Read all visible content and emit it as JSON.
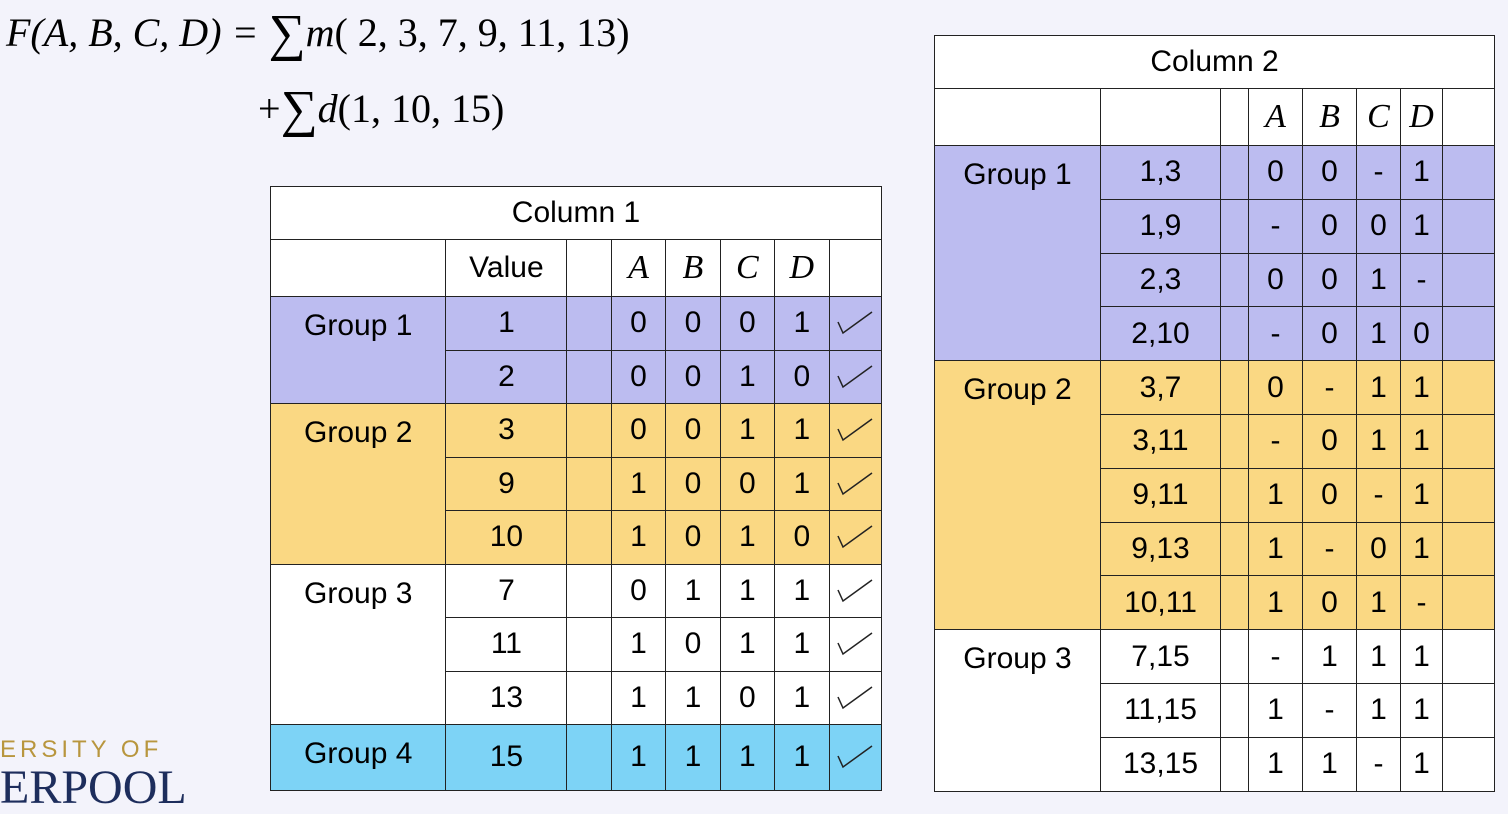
{
  "formula": {
    "line1_prefix": "F(A, B, C, D) = ",
    "sigma": "∑",
    "m_label": "m",
    "minterms": "( 2, 3, 7, 9, 11, 13)",
    "line2_prefix": "+",
    "d_label": "d",
    "dont_cares": "(1, 10, 15)"
  },
  "logo": {
    "line1": "ERSITY OF",
    "line2": "ERPOOL"
  },
  "column1": {
    "title": "Column 1",
    "value_header": "Value",
    "vars": [
      "A",
      "B",
      "C",
      "D"
    ],
    "groups": [
      {
        "label": "Group 1",
        "color": "#bcbcf0",
        "rows": [
          {
            "value": "1",
            "bits": [
              "0",
              "0",
              "0",
              "1"
            ],
            "checked": true
          },
          {
            "value": "2",
            "bits": [
              "0",
              "0",
              "1",
              "0"
            ],
            "checked": true
          }
        ]
      },
      {
        "label": "Group 2",
        "color": "#fad883",
        "rows": [
          {
            "value": "3",
            "bits": [
              "0",
              "0",
              "1",
              "1"
            ],
            "checked": true
          },
          {
            "value": "9",
            "bits": [
              "1",
              "0",
              "0",
              "1"
            ],
            "checked": true
          },
          {
            "value": "10",
            "bits": [
              "1",
              "0",
              "1",
              "0"
            ],
            "checked": true
          }
        ]
      },
      {
        "label": "Group 3",
        "color": "#ffffff",
        "rows": [
          {
            "value": "7",
            "bits": [
              "0",
              "1",
              "1",
              "1"
            ],
            "checked": true
          },
          {
            "value": "11",
            "bits": [
              "1",
              "0",
              "1",
              "1"
            ],
            "checked": true
          },
          {
            "value": "13",
            "bits": [
              "1",
              "1",
              "0",
              "1"
            ],
            "checked": true
          }
        ]
      },
      {
        "label": "Group 4",
        "color": "#7dd3f6",
        "rows": [
          {
            "value": "15",
            "bits": [
              "1",
              "1",
              "1",
              "1"
            ],
            "checked": true
          }
        ]
      }
    ]
  },
  "column2": {
    "title": "Column 2",
    "vars": [
      "A",
      "B",
      "C",
      "D"
    ],
    "groups": [
      {
        "label": "Group 1",
        "color": "#bcbcf0",
        "rows": [
          {
            "value": "1,3",
            "bits": [
              "0",
              "0",
              "-",
              "1"
            ]
          },
          {
            "value": "1,9",
            "bits": [
              "-",
              "0",
              "0",
              "1"
            ]
          },
          {
            "value": "2,3",
            "bits": [
              "0",
              "0",
              "1",
              "-"
            ]
          },
          {
            "value": "2,10",
            "bits": [
              "-",
              "0",
              "1",
              "0"
            ]
          }
        ]
      },
      {
        "label": "Group 2",
        "color": "#fad883",
        "rows": [
          {
            "value": "3,7",
            "bits": [
              "0",
              "-",
              "1",
              "1"
            ]
          },
          {
            "value": "3,11",
            "bits": [
              "-",
              "0",
              "1",
              "1"
            ]
          },
          {
            "value": "9,11",
            "bits": [
              "1",
              "0",
              "-",
              "1"
            ]
          },
          {
            "value": "9,13",
            "bits": [
              "1",
              "-",
              "0",
              "1"
            ]
          },
          {
            "value": "10,11",
            "bits": [
              "1",
              "0",
              "1",
              "-"
            ]
          }
        ]
      },
      {
        "label": "Group 3",
        "color": "#ffffff",
        "rows": [
          {
            "value": "7,15",
            "bits": [
              "-",
              "1",
              "1",
              "1"
            ]
          },
          {
            "value": "11,15",
            "bits": [
              "1",
              "-",
              "1",
              "1"
            ]
          },
          {
            "value": "13,15",
            "bits": [
              "1",
              "1",
              "-",
              "1"
            ]
          }
        ]
      }
    ]
  }
}
